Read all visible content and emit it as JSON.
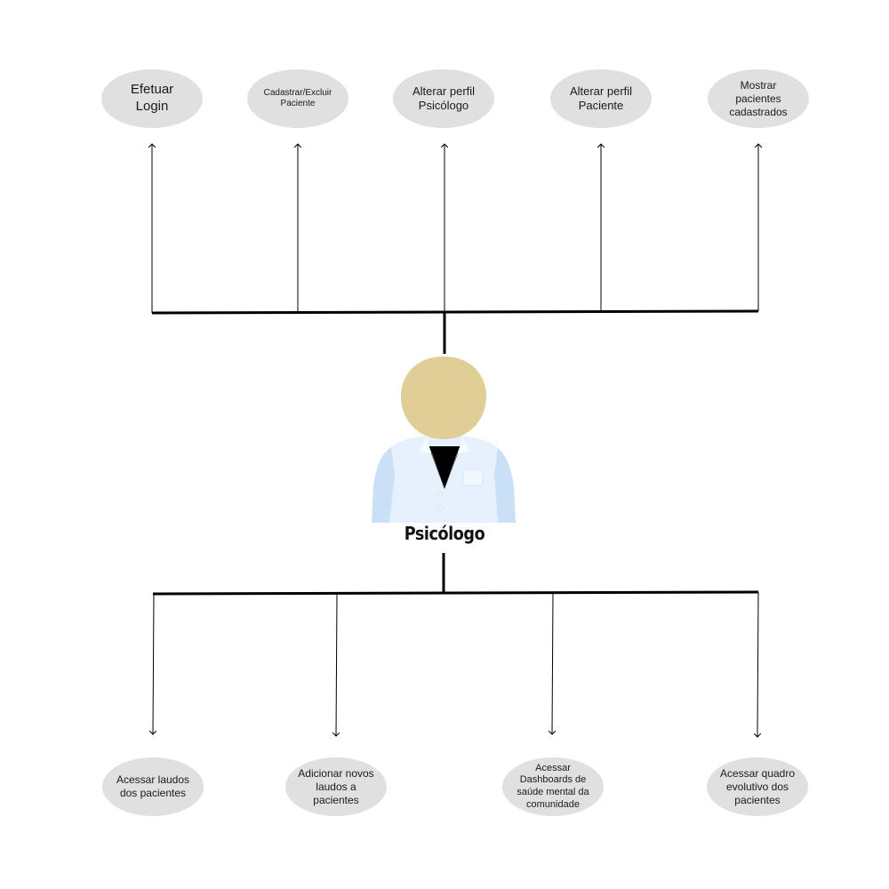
{
  "actor": {
    "name": "Psicólogo",
    "icon": "psychologist-icon",
    "colors": {
      "head": "#dfcf96",
      "coat": "#ddeeff",
      "sleeve": "#c6dff5",
      "shirt": "#000000"
    }
  },
  "top_use_cases": [
    {
      "label": "Efetuar\nLogin"
    },
    {
      "label": "Cadastrar/Excluir\nPaciente"
    },
    {
      "label": "Alterar perfil\nPsicólogo"
    },
    {
      "label": "Alterar perfil\nPaciente"
    },
    {
      "label": "Mostrar\npacientes\ncadastrados"
    }
  ],
  "bottom_use_cases": [
    {
      "label": "Acessar laudos\ndos pacientes"
    },
    {
      "label": "Adicionar novos\nlaudos a\npacientes"
    },
    {
      "label": "Acessar\nDashboards de\nsaúde mental da\ncomunidade"
    },
    {
      "label": "Acessar quadro\nevolutivo dos\npacientes"
    }
  ],
  "colors": {
    "node_fill": "#e0e0e0",
    "line": "#000000"
  }
}
